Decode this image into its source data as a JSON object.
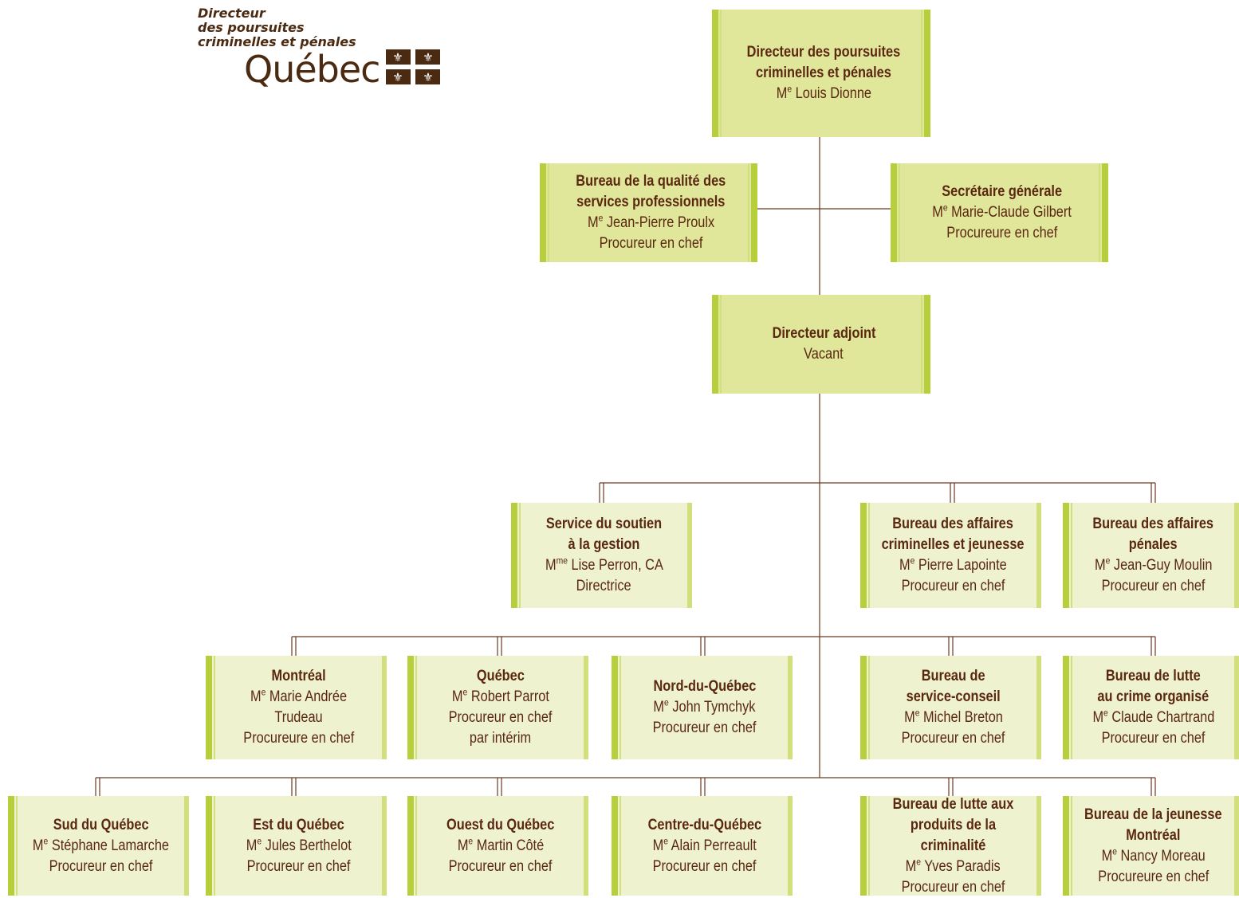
{
  "logo": {
    "line1": "Directeur",
    "line2": "des poursuites",
    "line3": "criminelles et pénales",
    "wordmark": "Québec",
    "flag_icon": "fleur-de-lis-flag-icon"
  },
  "colors": {
    "box_fill": "#eef2cf",
    "box_fill_dark": "#e0e69a",
    "accent": "#b7cf3c",
    "text": "#5a2710",
    "line": "#6a3a20"
  },
  "boxes": {
    "director": {
      "title": "Directeur des poursuites\ncriminelles et pénales",
      "prefix": "M",
      "sup": "e",
      "name": " Louis Dionne",
      "role": ""
    },
    "qualite": {
      "title": "Bureau de la qualité des\nservices professionnels",
      "prefix": "M",
      "sup": "e",
      "name": " Jean-Pierre Proulx",
      "role": "Procureur en chef"
    },
    "secretaire": {
      "title": "Secrétaire générale",
      "prefix": "M",
      "sup": "e",
      "name": " Marie-Claude Gilbert",
      "role": "Procureure en chef"
    },
    "adjoint": {
      "title": "Directeur adjoint",
      "prefix": "",
      "sup": "",
      "name": "Vacant",
      "role": ""
    },
    "soutien": {
      "title": "Service du soutien\nà la gestion",
      "prefix": "M",
      "sup": "me",
      "name": " Lise Perron, CA",
      "role": "Directrice"
    },
    "criminelles": {
      "title": "Bureau des affaires\ncriminelles et jeunesse",
      "prefix": "M",
      "sup": "e",
      "name": " Pierre Lapointe",
      "role": "Procureur en chef"
    },
    "penales": {
      "title": "Bureau des affaires\npénales",
      "prefix": "M",
      "sup": "e",
      "name": " Jean-Guy Moulin",
      "role": "Procureur en chef"
    },
    "montreal": {
      "title": "Montréal",
      "prefix": "M",
      "sup": "e",
      "name": " Marie Andrée Trudeau",
      "role": "Procureure en chef"
    },
    "quebec": {
      "title": "Québec",
      "prefix": "M",
      "sup": "e",
      "name": " Robert Parrot",
      "role": "Procureur en chef\npar intérim"
    },
    "nord": {
      "title": "Nord-du-Québec",
      "prefix": "M",
      "sup": "e",
      "name": " John Tymchyk",
      "role": "Procureur en chef"
    },
    "conseil": {
      "title": "Bureau de\nservice-conseil",
      "prefix": "M",
      "sup": "e",
      "name": " Michel Breton",
      "role": "Procureur en chef"
    },
    "crimeorg": {
      "title": "Bureau de lutte\nau crime organisé",
      "prefix": "M",
      "sup": "e",
      "name": " Claude Chartrand",
      "role": "Procureur en chef"
    },
    "sud": {
      "title": "Sud du Québec",
      "prefix": "M",
      "sup": "e",
      "name": " Stéphane Lamarche",
      "role": "Procureur en chef"
    },
    "est": {
      "title": "Est du Québec",
      "prefix": "M",
      "sup": "e",
      "name": " Jules Berthelot",
      "role": "Procureur en chef"
    },
    "ouest": {
      "title": "Ouest du Québec",
      "prefix": "M",
      "sup": "e",
      "name": " Martin Côté",
      "role": "Procureur en chef"
    },
    "centre": {
      "title": "Centre-du-Québec",
      "prefix": "M",
      "sup": "e",
      "name": " Alain Perreault",
      "role": "Procureur en chef"
    },
    "produits": {
      "title": "Bureau de lutte aux\nproduits de la criminalité",
      "prefix": "M",
      "sup": "e",
      "name": " Yves Paradis",
      "role": "Procureur en chef"
    },
    "jeunesse": {
      "title": "Bureau de la jeunesse\nMontréal",
      "prefix": "M",
      "sup": "e",
      "name": " Nancy Moreau",
      "role": "Procureure en chef"
    }
  }
}
